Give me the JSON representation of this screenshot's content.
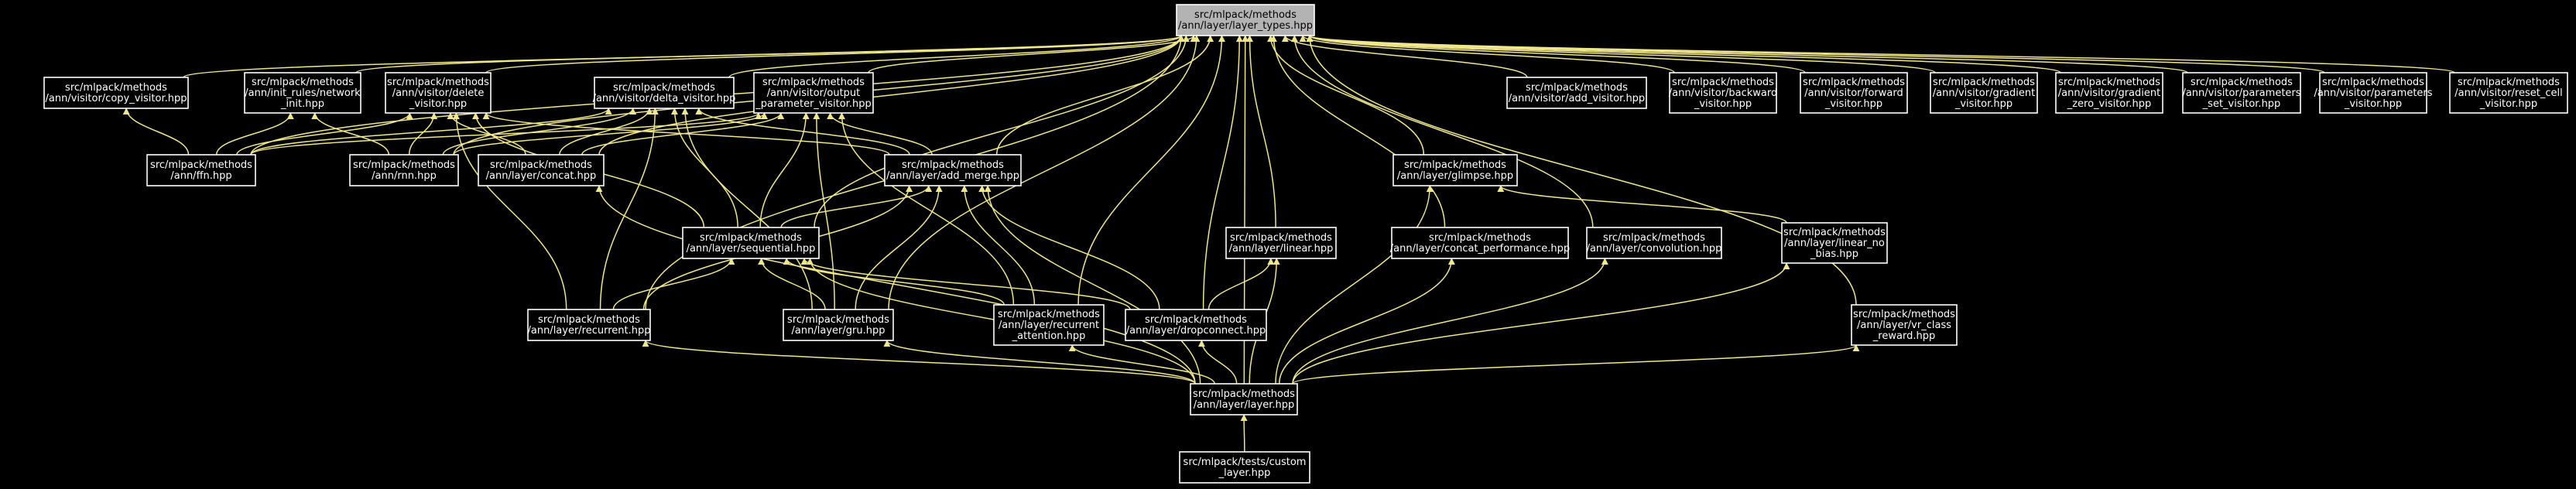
{
  "diagram": {
    "colors": {
      "background": "#000000",
      "edge": "#f0e68c",
      "node_border": "#ffffff",
      "root_fill": "#b3b3b3",
      "text": "#ffffff"
    },
    "nodes": [
      {
        "id": "layer_types",
        "lines": [
          "src/mlpack/methods",
          "/ann/layer/layer_types.hpp"
        ]
      },
      {
        "id": "copy_visitor",
        "lines": [
          "src/mlpack/methods",
          "/ann/visitor/copy_visitor.hpp"
        ]
      },
      {
        "id": "init_rules",
        "lines": [
          "src/mlpack/methods",
          "/ann/init_rules/network",
          "_init.hpp"
        ]
      },
      {
        "id": "delete_visitor",
        "lines": [
          "src/mlpack/methods",
          "/ann/visitor/delete",
          "_visitor.hpp"
        ]
      },
      {
        "id": "delta_visitor",
        "lines": [
          "src/mlpack/methods",
          "/ann/visitor/delta_visitor.hpp"
        ]
      },
      {
        "id": "output_param",
        "lines": [
          "src/mlpack/methods",
          "/ann/visitor/output",
          "_parameter_visitor.hpp"
        ]
      },
      {
        "id": "add_visitor",
        "lines": [
          "src/mlpack/methods",
          "/ann/visitor/add_visitor.hpp"
        ]
      },
      {
        "id": "backward",
        "lines": [
          "src/mlpack/methods",
          "/ann/visitor/backward",
          "_visitor.hpp"
        ]
      },
      {
        "id": "forward",
        "lines": [
          "src/mlpack/methods",
          "/ann/visitor/forward",
          "_visitor.hpp"
        ]
      },
      {
        "id": "gradient",
        "lines": [
          "src/mlpack/methods",
          "/ann/visitor/gradient",
          "_visitor.hpp"
        ]
      },
      {
        "id": "gradient_zero",
        "lines": [
          "src/mlpack/methods",
          "/ann/visitor/gradient",
          "_zero_visitor.hpp"
        ]
      },
      {
        "id": "params_set",
        "lines": [
          "src/mlpack/methods",
          "/ann/visitor/parameters",
          "_set_visitor.hpp"
        ]
      },
      {
        "id": "params",
        "lines": [
          "src/mlpack/methods",
          "/ann/visitor/parameters",
          "_visitor.hpp"
        ]
      },
      {
        "id": "reset_cell",
        "lines": [
          "src/mlpack/methods",
          "/ann/visitor/reset_cell",
          "_visitor.hpp"
        ]
      },
      {
        "id": "ffn",
        "lines": [
          "src/mlpack/methods",
          "/ann/ffn.hpp"
        ]
      },
      {
        "id": "rnn",
        "lines": [
          "src/mlpack/methods",
          "/ann/rnn.hpp"
        ]
      },
      {
        "id": "concat",
        "lines": [
          "src/mlpack/methods",
          "/ann/layer/concat.hpp"
        ]
      },
      {
        "id": "add_merge",
        "lines": [
          "src/mlpack/methods",
          "/ann/layer/add_merge.hpp"
        ]
      },
      {
        "id": "glimpse",
        "lines": [
          "src/mlpack/methods",
          "/ann/layer/glimpse.hpp"
        ]
      },
      {
        "id": "sequential",
        "lines": [
          "src/mlpack/methods",
          "/ann/layer/sequential.hpp"
        ]
      },
      {
        "id": "linear",
        "lines": [
          "src/mlpack/methods",
          "/ann/layer/linear.hpp"
        ]
      },
      {
        "id": "concat_perf",
        "lines": [
          "src/mlpack/methods",
          "/ann/layer/concat_performance.hpp"
        ]
      },
      {
        "id": "convolution",
        "lines": [
          "src/mlpack/methods",
          "/ann/layer/convolution.hpp"
        ]
      },
      {
        "id": "linear_no_bias",
        "lines": [
          "src/mlpack/methods",
          "/ann/layer/linear_no",
          "_bias.hpp"
        ]
      },
      {
        "id": "recurrent",
        "lines": [
          "src/mlpack/methods",
          "/ann/layer/recurrent.hpp"
        ]
      },
      {
        "id": "gru",
        "lines": [
          "src/mlpack/methods",
          "/ann/layer/gru.hpp"
        ]
      },
      {
        "id": "recurrent_attention",
        "lines": [
          "src/mlpack/methods",
          "/ann/layer/recurrent",
          "_attention.hpp"
        ]
      },
      {
        "id": "dropconnect",
        "lines": [
          "src/mlpack/methods",
          "/ann/layer/dropconnect.hpp"
        ]
      },
      {
        "id": "vr_class",
        "lines": [
          "src/mlpack/methods",
          "/ann/layer/vr_class",
          "_reward.hpp"
        ]
      },
      {
        "id": "layer",
        "lines": [
          "src/mlpack/methods",
          "/ann/layer/layer.hpp"
        ]
      },
      {
        "id": "custom_layer",
        "lines": [
          "src/mlpack/tests/custom",
          "_layer.hpp"
        ]
      }
    ],
    "edges": [
      [
        "custom_layer",
        "layer"
      ],
      [
        "layer",
        "recurrent"
      ],
      [
        "layer",
        "gru"
      ],
      [
        "layer",
        "recurrent_attention"
      ],
      [
        "layer",
        "dropconnect"
      ],
      [
        "layer",
        "sequential"
      ],
      [
        "layer",
        "add_merge"
      ],
      [
        "layer",
        "linear"
      ],
      [
        "layer",
        "concat_perf"
      ],
      [
        "layer",
        "convolution"
      ],
      [
        "layer",
        "linear_no_bias"
      ],
      [
        "layer",
        "vr_class"
      ],
      [
        "layer",
        "concat"
      ],
      [
        "layer",
        "layer_types"
      ],
      [
        "layer",
        "glimpse"
      ],
      [
        "linear_no_bias",
        "glimpse"
      ],
      [
        "vr_class",
        "layer_types"
      ],
      [
        "recurrent",
        "sequential"
      ],
      [
        "recurrent",
        "add_merge"
      ],
      [
        "recurrent",
        "delete_visitor"
      ],
      [
        "recurrent",
        "delta_visitor"
      ],
      [
        "recurrent",
        "layer_types"
      ],
      [
        "gru",
        "sequential"
      ],
      [
        "gru",
        "add_merge"
      ],
      [
        "gru",
        "delta_visitor"
      ],
      [
        "gru",
        "output_param"
      ],
      [
        "gru",
        "layer_types"
      ],
      [
        "recurrent_attention",
        "sequential"
      ],
      [
        "recurrent_attention",
        "add_merge"
      ],
      [
        "recurrent_attention",
        "output_param"
      ],
      [
        "recurrent_attention",
        "layer_types"
      ],
      [
        "dropconnect",
        "linear"
      ],
      [
        "dropconnect",
        "add_merge"
      ],
      [
        "dropconnect",
        "sequential"
      ],
      [
        "dropconnect",
        "layer_types"
      ],
      [
        "sequential",
        "add_merge"
      ],
      [
        "sequential",
        "delete_visitor"
      ],
      [
        "sequential",
        "delta_visitor"
      ],
      [
        "sequential",
        "output_param"
      ],
      [
        "sequential",
        "layer_types"
      ],
      [
        "linear",
        "layer_types"
      ],
      [
        "concat_perf",
        "layer_types"
      ],
      [
        "convolution",
        "layer_types"
      ],
      [
        "glimpse",
        "layer_types"
      ],
      [
        "add_merge",
        "delete_visitor"
      ],
      [
        "add_merge",
        "delta_visitor"
      ],
      [
        "add_merge",
        "output_param"
      ],
      [
        "add_merge",
        "layer_types"
      ],
      [
        "ffn",
        "copy_visitor"
      ],
      [
        "ffn",
        "init_rules"
      ],
      [
        "ffn",
        "delete_visitor"
      ],
      [
        "ffn",
        "delta_visitor"
      ],
      [
        "ffn",
        "output_param"
      ],
      [
        "ffn",
        "layer_types"
      ],
      [
        "rnn",
        "init_rules"
      ],
      [
        "rnn",
        "delete_visitor"
      ],
      [
        "rnn",
        "delta_visitor"
      ],
      [
        "rnn",
        "output_param"
      ],
      [
        "rnn",
        "layer_types"
      ],
      [
        "concat",
        "delete_visitor"
      ],
      [
        "concat",
        "delta_visitor"
      ],
      [
        "concat",
        "output_param"
      ],
      [
        "concat",
        "layer_types"
      ],
      [
        "copy_visitor",
        "layer_types"
      ],
      [
        "init_rules",
        "layer_types"
      ],
      [
        "delete_visitor",
        "layer_types"
      ],
      [
        "delta_visitor",
        "layer_types"
      ],
      [
        "output_param",
        "layer_types"
      ],
      [
        "add_visitor",
        "layer_types"
      ],
      [
        "backward",
        "layer_types"
      ],
      [
        "forward",
        "layer_types"
      ],
      [
        "gradient",
        "layer_types"
      ],
      [
        "gradient_zero",
        "layer_types"
      ],
      [
        "params_set",
        "layer_types"
      ],
      [
        "params",
        "layer_types"
      ],
      [
        "reset_cell",
        "layer_types"
      ]
    ]
  }
}
